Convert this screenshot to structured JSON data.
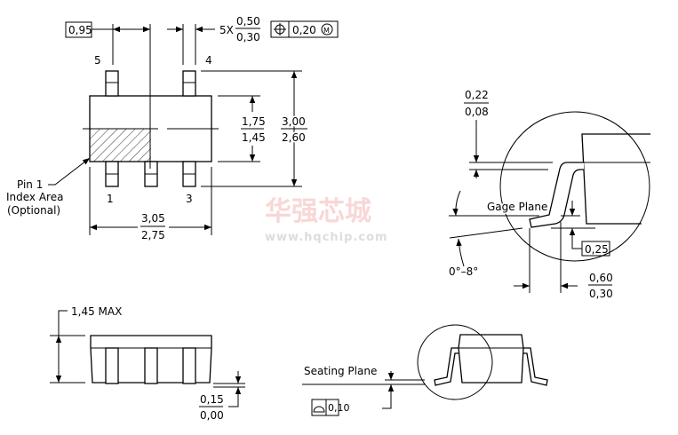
{
  "top_view": {
    "pitch_box": "0,95",
    "pin_labels": {
      "pin5": "5",
      "pin4": "4",
      "pin1": "1",
      "pin3": "3"
    },
    "lead_width": {
      "multiplier": "5X",
      "max": "0,50",
      "min": "0,30"
    },
    "position_tolerance": {
      "symbol": "⌖",
      "value": "0,20",
      "modifier": "M"
    },
    "body_width": {
      "max": "1,75",
      "min": "1,45"
    },
    "overall_width": {
      "max": "3,00",
      "min": "2,60"
    },
    "body_length": {
      "max": "3,05",
      "min": "2,75"
    },
    "pin1_note": [
      "Pin 1",
      "Index Area",
      "(Optional)"
    ]
  },
  "detail_view": {
    "lead_thickness": {
      "max": "0,22",
      "min": "0,08"
    },
    "gage_plane": "Gage Plane",
    "gage_box": "0,25",
    "angle": "0°–8°",
    "foot_length": {
      "max": "0,60",
      "min": "0,30"
    }
  },
  "side_view": {
    "height": "1,45 MAX",
    "standoff": {
      "max": "0,15",
      "min": "0,00"
    },
    "seating_plane": "Seating Plane",
    "coplanarity": "0,10"
  },
  "watermark": {
    "title": "华强芯城",
    "url": "www.hqchip.com"
  }
}
